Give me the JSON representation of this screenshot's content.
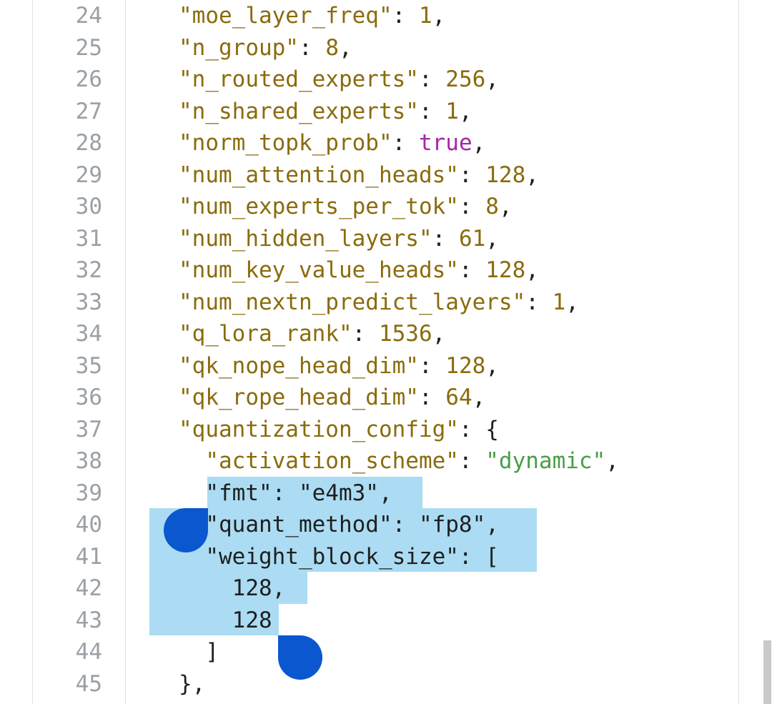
{
  "editor": {
    "lines": [
      {
        "n": "24",
        "tokens": [
          {
            "t": "\"moe_layer_freq\"",
            "c": "key"
          },
          {
            "t": ": ",
            "c": "punc"
          },
          {
            "t": "1",
            "c": "num"
          },
          {
            "t": ",",
            "c": "punc"
          }
        ]
      },
      {
        "n": "25",
        "tokens": [
          {
            "t": "\"n_group\"",
            "c": "key"
          },
          {
            "t": ": ",
            "c": "punc"
          },
          {
            "t": "8",
            "c": "num"
          },
          {
            "t": ",",
            "c": "punc"
          }
        ]
      },
      {
        "n": "26",
        "tokens": [
          {
            "t": "\"n_routed_experts\"",
            "c": "key"
          },
          {
            "t": ": ",
            "c": "punc"
          },
          {
            "t": "256",
            "c": "num"
          },
          {
            "t": ",",
            "c": "punc"
          }
        ]
      },
      {
        "n": "27",
        "tokens": [
          {
            "t": "\"n_shared_experts\"",
            "c": "key"
          },
          {
            "t": ": ",
            "c": "punc"
          },
          {
            "t": "1",
            "c": "num"
          },
          {
            "t": ",",
            "c": "punc"
          }
        ]
      },
      {
        "n": "28",
        "tokens": [
          {
            "t": "\"norm_topk_prob\"",
            "c": "key"
          },
          {
            "t": ": ",
            "c": "punc"
          },
          {
            "t": "true",
            "c": "kw"
          },
          {
            "t": ",",
            "c": "punc"
          }
        ]
      },
      {
        "n": "29",
        "tokens": [
          {
            "t": "\"num_attention_heads\"",
            "c": "key"
          },
          {
            "t": ": ",
            "c": "punc"
          },
          {
            "t": "128",
            "c": "num"
          },
          {
            "t": ",",
            "c": "punc"
          }
        ]
      },
      {
        "n": "30",
        "tokens": [
          {
            "t": "\"num_experts_per_tok\"",
            "c": "key"
          },
          {
            "t": ": ",
            "c": "punc"
          },
          {
            "t": "8",
            "c": "num"
          },
          {
            "t": ",",
            "c": "punc"
          }
        ]
      },
      {
        "n": "31",
        "tokens": [
          {
            "t": "\"num_hidden_layers\"",
            "c": "key"
          },
          {
            "t": ": ",
            "c": "punc"
          },
          {
            "t": "61",
            "c": "num"
          },
          {
            "t": ",",
            "c": "punc"
          }
        ]
      },
      {
        "n": "32",
        "tokens": [
          {
            "t": "\"num_key_value_heads\"",
            "c": "key"
          },
          {
            "t": ": ",
            "c": "punc"
          },
          {
            "t": "128",
            "c": "num"
          },
          {
            "t": ",",
            "c": "punc"
          }
        ]
      },
      {
        "n": "33",
        "tokens": [
          {
            "t": "\"num_nextn_predict_layers\"",
            "c": "key"
          },
          {
            "t": ": ",
            "c": "punc"
          },
          {
            "t": "1",
            "c": "num"
          },
          {
            "t": ",",
            "c": "punc"
          }
        ]
      },
      {
        "n": "34",
        "tokens": [
          {
            "t": "\"q_lora_rank\"",
            "c": "key"
          },
          {
            "t": ": ",
            "c": "punc"
          },
          {
            "t": "1536",
            "c": "num"
          },
          {
            "t": ",",
            "c": "punc"
          }
        ]
      },
      {
        "n": "35",
        "tokens": [
          {
            "t": "\"qk_nope_head_dim\"",
            "c": "key"
          },
          {
            "t": ": ",
            "c": "punc"
          },
          {
            "t": "128",
            "c": "num"
          },
          {
            "t": ",",
            "c": "punc"
          }
        ]
      },
      {
        "n": "36",
        "tokens": [
          {
            "t": "\"qk_rope_head_dim\"",
            "c": "key"
          },
          {
            "t": ": ",
            "c": "punc"
          },
          {
            "t": "64",
            "c": "num"
          },
          {
            "t": ",",
            "c": "punc"
          }
        ]
      },
      {
        "n": "37",
        "tokens": [
          {
            "t": "\"quantization_config\"",
            "c": "key"
          },
          {
            "t": ": {",
            "c": "punc"
          }
        ]
      },
      {
        "n": "38",
        "tokens": [
          {
            "t": "  \"activation_scheme\"",
            "c": "key"
          },
          {
            "t": ": ",
            "c": "punc"
          },
          {
            "t": "\"dynamic\"",
            "c": "str"
          },
          {
            "t": ",",
            "c": "punc"
          }
        ]
      },
      {
        "n": "39",
        "tokens": [
          {
            "t": "  \"fmt\": \"e4m3\",",
            "c": "sstr"
          }
        ]
      },
      {
        "n": "40",
        "tokens": [
          {
            "t": "  \"quant_method\": \"fp8\",",
            "c": "sstr"
          }
        ]
      },
      {
        "n": "41",
        "tokens": [
          {
            "t": "  \"weight_block_size\": [",
            "c": "sstr"
          }
        ]
      },
      {
        "n": "42",
        "tokens": [
          {
            "t": "    128,",
            "c": "sstr"
          }
        ]
      },
      {
        "n": "43",
        "tokens": [
          {
            "t": "    128",
            "c": "sstr"
          }
        ]
      },
      {
        "n": "44",
        "tokens": [
          {
            "t": "  ]",
            "c": "punc"
          }
        ]
      },
      {
        "n": "45",
        "tokens": [
          {
            "t": "},",
            "c": "punc"
          }
        ]
      }
    ]
  },
  "colors": {
    "key": "#8a6b0c",
    "number": "#8a6b0c",
    "keyword": "#a626a4",
    "string": "#4a9d45",
    "selection": "#abdcf3",
    "selection_handle": "#0b57d0",
    "line_number": "#9aa0a6"
  }
}
